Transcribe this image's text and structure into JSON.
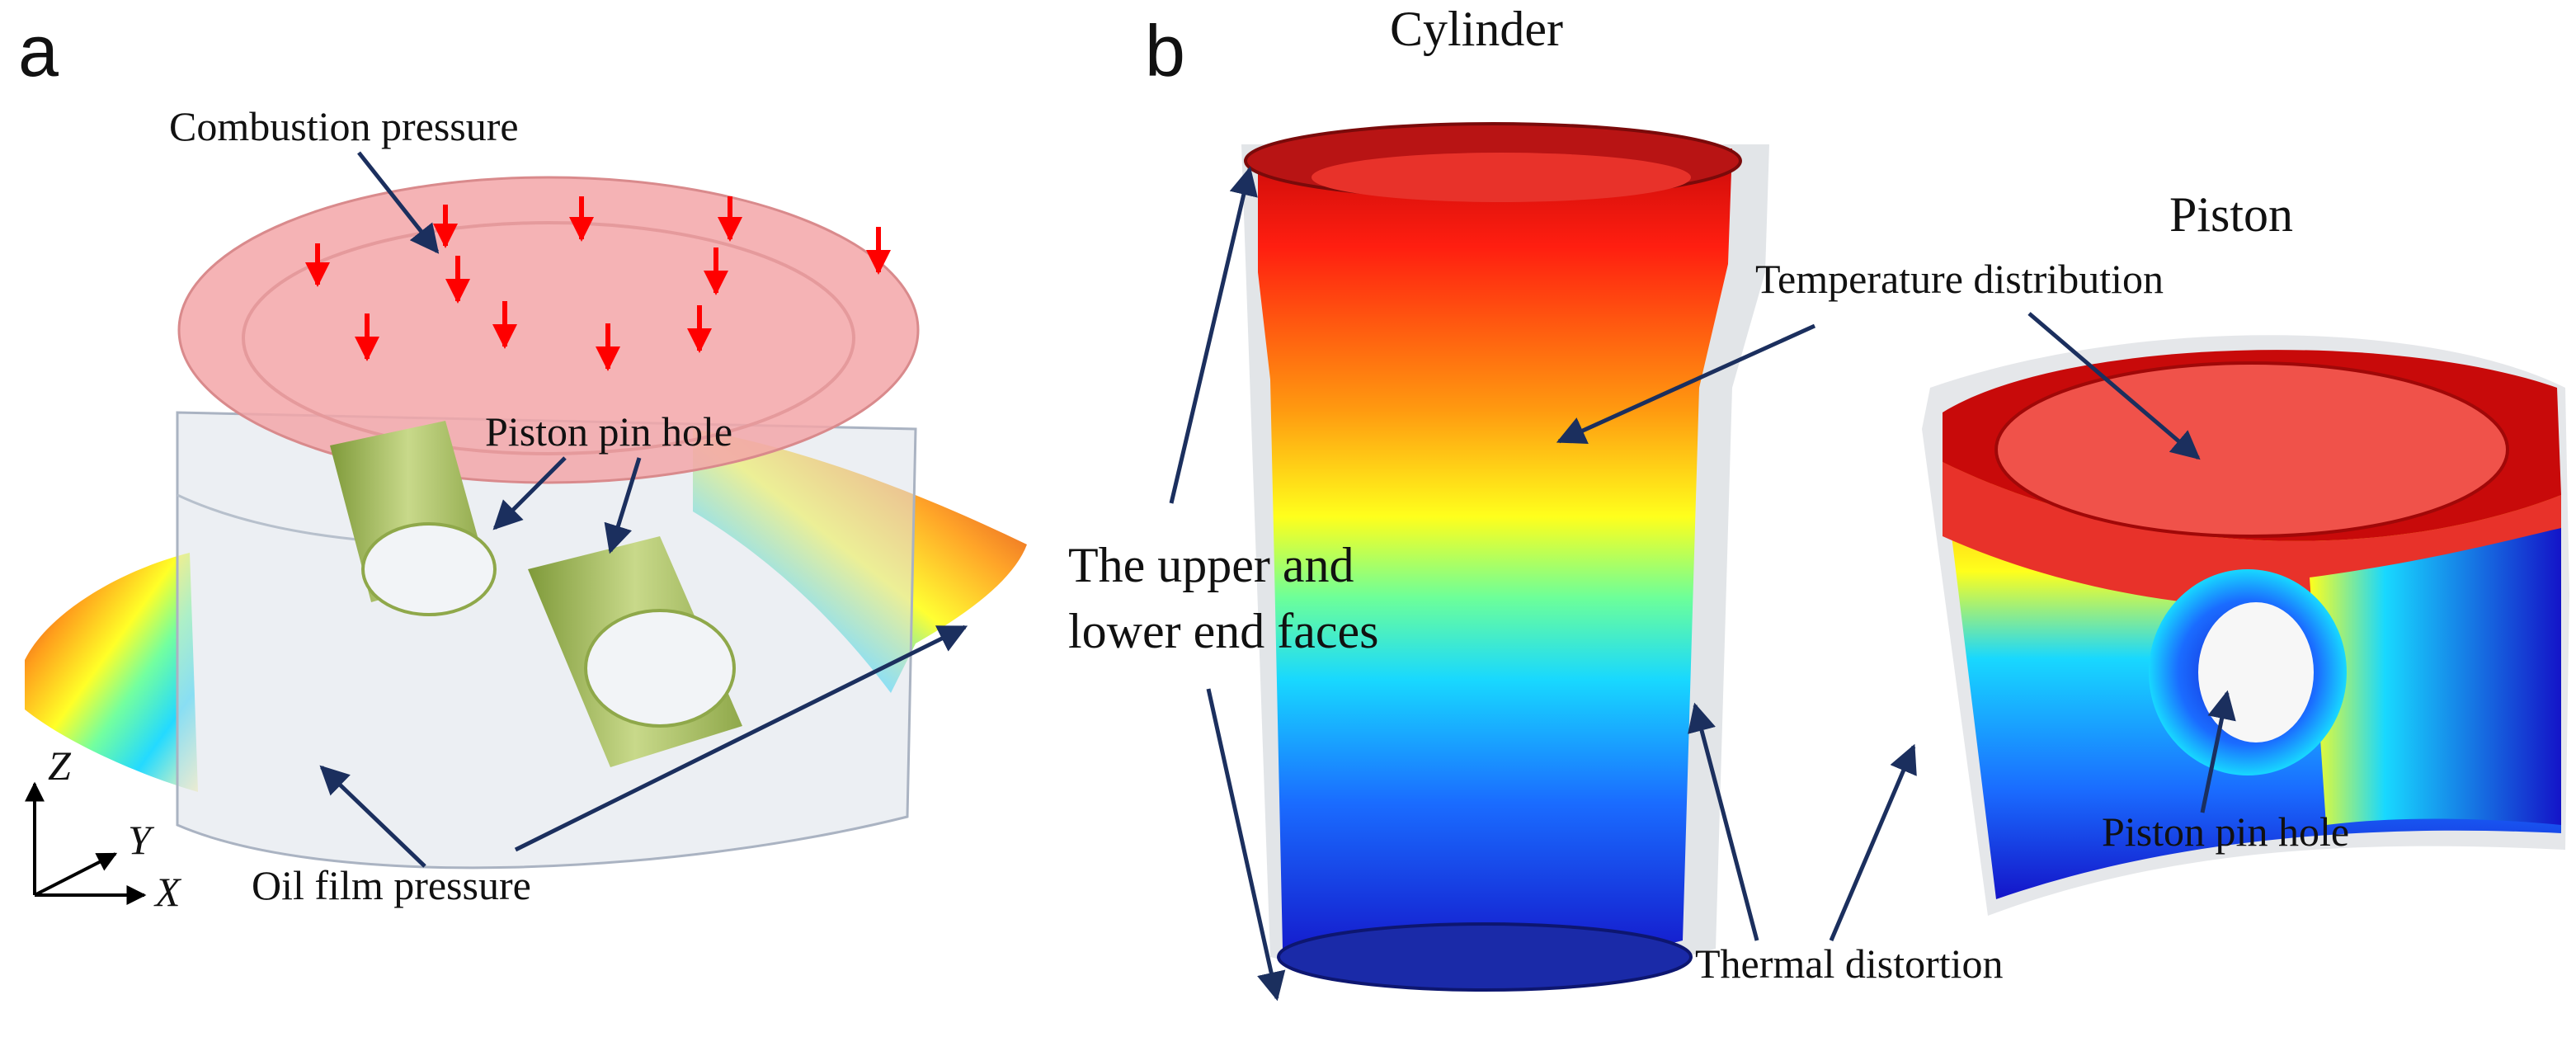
{
  "panel_a": {
    "letter": "a",
    "labels": {
      "combustion_pressure": "Combustion pressure",
      "piston_pin_hole": "Piston pin hole",
      "oil_film_pressure": "Oil film pressure"
    },
    "axes": {
      "z": "Z",
      "y": "Y",
      "x": "X"
    }
  },
  "panel_b": {
    "letter": "b",
    "labels": {
      "cylinder": "Cylinder",
      "piston": "Piston",
      "temperature_distribution": "Temperature distribution",
      "end_faces_line1": "The upper and",
      "end_faces_line2": "lower end faces",
      "thermal_distortion": "Thermal distortion",
      "piston_pin_hole": "Piston pin hole"
    }
  },
  "colors": {
    "pressure_arrow": "#ff0000",
    "leader_arrow": "#1b2f5e",
    "pin_hole_green": "#a9bf58",
    "crown_pink": "#f3a6a8",
    "colormap": [
      "#1414c8",
      "#1a6cff",
      "#18d8ff",
      "#6cff9a",
      "#ffff1c",
      "#ff9a10",
      "#ff1e10",
      "#c80a0a"
    ]
  }
}
